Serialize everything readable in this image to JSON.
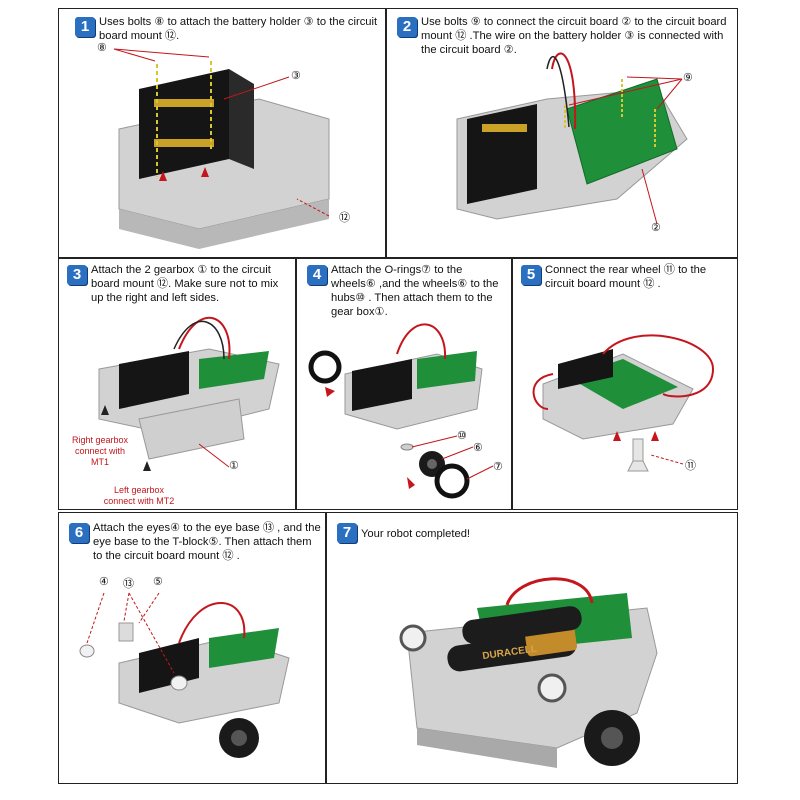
{
  "steps": [
    {
      "number": "1",
      "text": "Uses bolts ⑧ to attach the battery holder ③ to the circuit board mount ⑫."
    },
    {
      "number": "2",
      "text": "Use bolts ⑨ to connect the circuit board ② to the circuit board mount ⑫ .The wire on the battery holder ③ is connected with the circuit board ②."
    },
    {
      "number": "3",
      "text": "Attach the 2 gearbox ① to the circuit board mount ⑫. Make sure not to mix up the right and left sides."
    },
    {
      "number": "4",
      "text": "Attach the O-rings⑦ to the wheels⑥ ,and the wheels⑥ to the hubs⑩ . Then attach them to the gear box①."
    },
    {
      "number": "5",
      "text": "Connect the rear wheel ⑪ to the circuit board mount ⑫ ."
    },
    {
      "number": "6",
      "text": "Attach the eyes④ to the eye base ⑬ , and the eye base to the T-block⑤. Then attach them to the circuit board mount ⑫ ."
    },
    {
      "number": "7",
      "text": "Your robot completed!"
    }
  ],
  "callouts": {
    "s1_bolts": "⑧",
    "s1_holder": "③",
    "s1_mount": "⑫",
    "s2_bolts": "⑨",
    "s2_board": "②",
    "s3_gearbox": "①",
    "s4_hub": "⑩",
    "s4_wheel": "⑥",
    "s4_oring": "⑦",
    "s5_rear": "⑪",
    "s6_eyes": "④",
    "s6_eyebase": "⑬",
    "s6_tblock": "⑤"
  },
  "labels": {
    "right_gearbox": "Right gearbox connect with MT1",
    "left_gearbox": "Left gearbox connect with MT2"
  },
  "battery_brand": "DURACELL"
}
